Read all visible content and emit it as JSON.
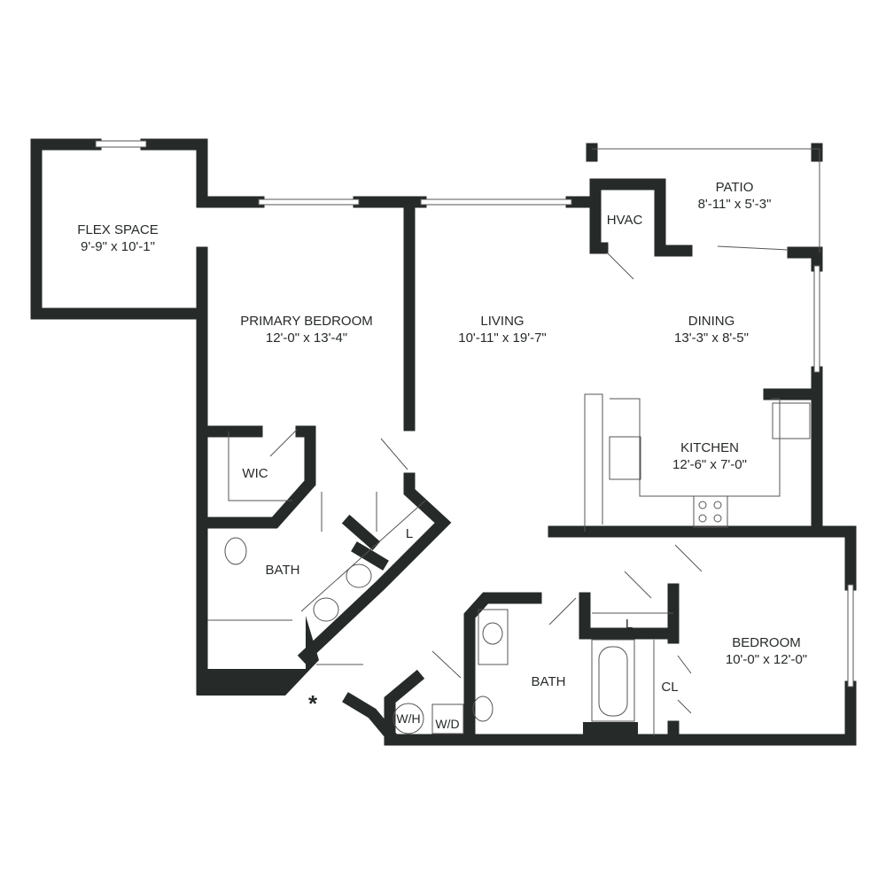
{
  "rooms": [
    {
      "name": "FLEX SPACE",
      "size": "9'-9\" x 10'-1\""
    },
    {
      "name": "PRIMARY BEDROOM",
      "size": "12'-0\" x 13'-4\""
    },
    {
      "name": "LIVING",
      "size": "10'-11\" x 19'-7\""
    },
    {
      "name": "PATIO",
      "size": "8'-11\" x 5'-3\""
    },
    {
      "name": "DINING",
      "size": "13'-3\" x 8'-5\""
    },
    {
      "name": "KITCHEN",
      "size": "12'-6\" x 7'-0\""
    },
    {
      "name": "BEDROOM",
      "size": "10'-0\" x 12'-0\""
    }
  ],
  "labels": {
    "hvac": "HVAC",
    "wic": "WIC",
    "bath1": "BATH",
    "bath2": "BATH",
    "linen1": "L",
    "linen2": "L",
    "closet": "CL",
    "water_heater": "W/H",
    "washer_dryer": "W/D",
    "entry_marker": "*"
  },
  "colors": {
    "wall": "#262a29"
  }
}
